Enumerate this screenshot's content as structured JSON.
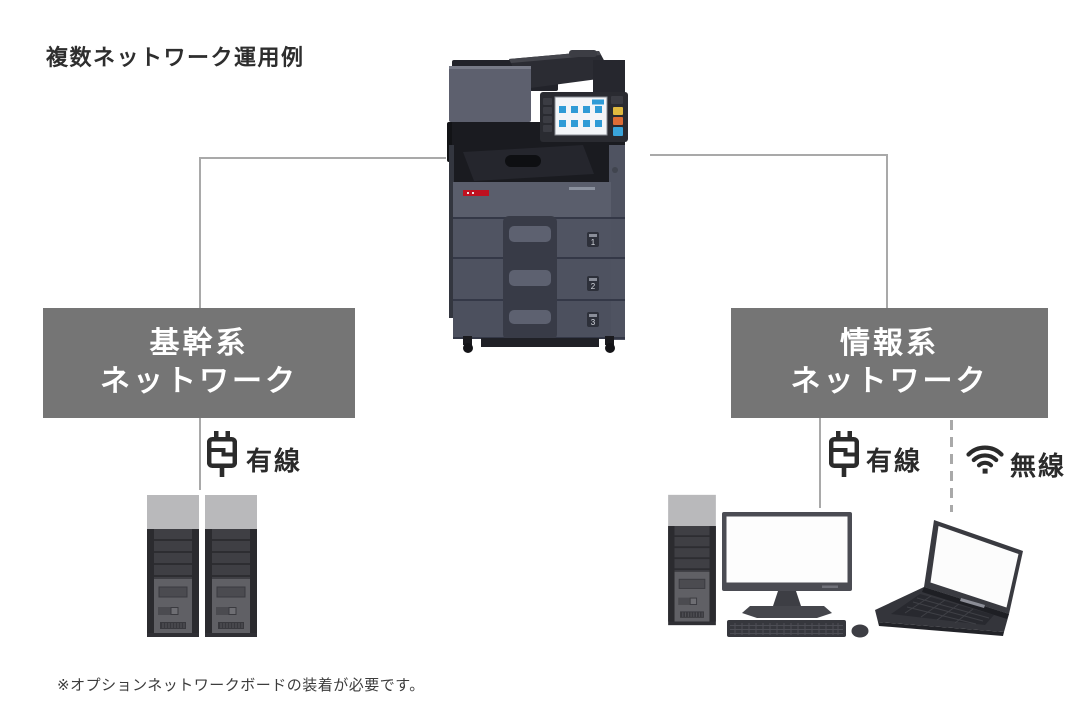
{
  "diagram": {
    "title": "複数ネットワーク運用例",
    "footnote": "※オプションネットワークボードの装着が必要です。",
    "left_network": {
      "box_lines": [
        "基幹系",
        "ネットワーク"
      ],
      "wired_label": "有線"
    },
    "right_network": {
      "box_lines": [
        "情報系",
        "ネットワーク"
      ],
      "wired_label": "有線",
      "wireless_label": "無線"
    },
    "printer": {
      "drawer_labels": [
        "1",
        "2",
        "3"
      ]
    },
    "colors": {
      "network_box_bg": "#757575",
      "network_box_text": "#ffffff",
      "connector_line": "#a9a9a9",
      "label_text": "#2b2b2b",
      "printer_logo_red": "#bf1120",
      "touchscreen_blue": "#2f9bd6"
    }
  }
}
